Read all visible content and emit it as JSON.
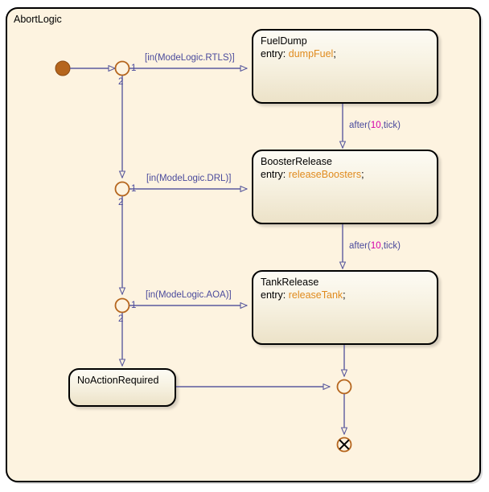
{
  "chart": {
    "container_label": "AbortLogic",
    "bg_color": "#fdf3e0",
    "border_color": "#000000",
    "transition_color": "#6666a8",
    "junction_color": "#b5651d",
    "action_color": "#e08b1e",
    "label_color": "#4a4a9c",
    "number_color": "#d400aa"
  },
  "states": [
    {
      "name": "FuelDump",
      "action_keyword": "entry:",
      "action_fn": "dumpFuel",
      "action_semi": ";"
    },
    {
      "name": "BoosterRelease",
      "action_keyword": "entry:",
      "action_fn": "releaseBoosters",
      "action_semi": ";"
    },
    {
      "name": "TankRelease",
      "action_keyword": "entry:",
      "action_fn": "releaseTank",
      "action_semi": ";"
    },
    {
      "name": "NoActionRequired",
      "action_keyword": "",
      "action_fn": "",
      "action_semi": ""
    }
  ],
  "transitions": [
    {
      "condition": "[in(ModeLogic.RTLS)]"
    },
    {
      "condition": "[in(ModeLogic.DRL)]"
    },
    {
      "condition": "[in(ModeLogic.AOA)]"
    },
    {
      "condition_pre": "after(",
      "condition_num": "10",
      "condition_post": ",tick)"
    },
    {
      "condition_pre": "after(",
      "condition_num": "10",
      "condition_post": ",tick)"
    }
  ],
  "junction_orders": {
    "j1_first": "1",
    "j1_second": "2",
    "j2_first": "1",
    "j2_second": "2",
    "j3_first": "1",
    "j3_second": "2"
  },
  "icons": {
    "default_transition": "default-transition-dot",
    "junction": "connective-junction-circle",
    "terminator": "terminating-junction-x"
  }
}
